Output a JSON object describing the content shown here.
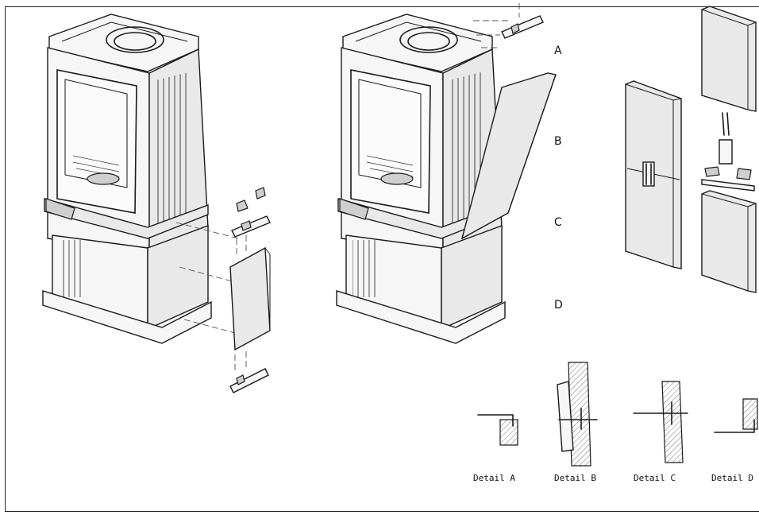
{
  "step_labels": {
    "a": "A",
    "b": "B",
    "c": "C",
    "d": "D"
  },
  "details": {
    "a": "Detail A",
    "b": "Detail B",
    "c": "Detail C",
    "d": "Detail D"
  },
  "colors": {
    "line": "#1a1a1a",
    "panel": "#e9e9e9",
    "background": "#ffffff"
  }
}
